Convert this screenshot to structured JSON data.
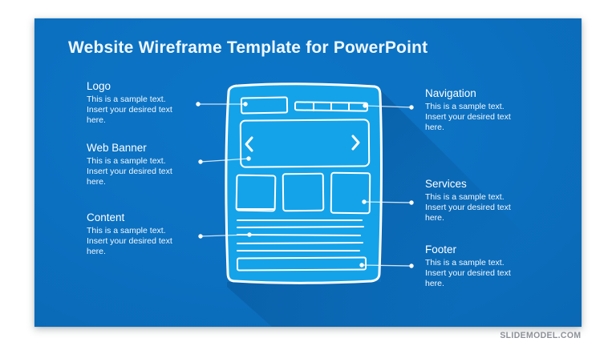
{
  "page": {
    "title": "Website Wireframe Template for PowerPoint",
    "watermark": "SLIDEMODEL.COM",
    "callouts": {
      "left": [
        {
          "heading": "Logo",
          "body": "This is a sample text. Insert your desired text here."
        },
        {
          "heading": "Web Banner",
          "body": "This is a sample text. Insert your desired text here."
        },
        {
          "heading": "Content",
          "body": "This is a sample text. Insert your desired text here."
        }
      ],
      "right": [
        {
          "heading": "Navigation",
          "body": "This is a sample text. Insert your desired text here."
        },
        {
          "heading": "Services",
          "body": "This is a sample text. Insert your desired text here."
        },
        {
          "heading": "Footer",
          "body": "This is a sample text. Insert your desired text here."
        }
      ]
    },
    "colors": {
      "slide_background": "#0B70C0",
      "wireframe_fill": "#14A3E9",
      "outline": "#FFFFFF",
      "title_text": "#EFF7FD",
      "watermark_text": "#8D9197"
    }
  }
}
